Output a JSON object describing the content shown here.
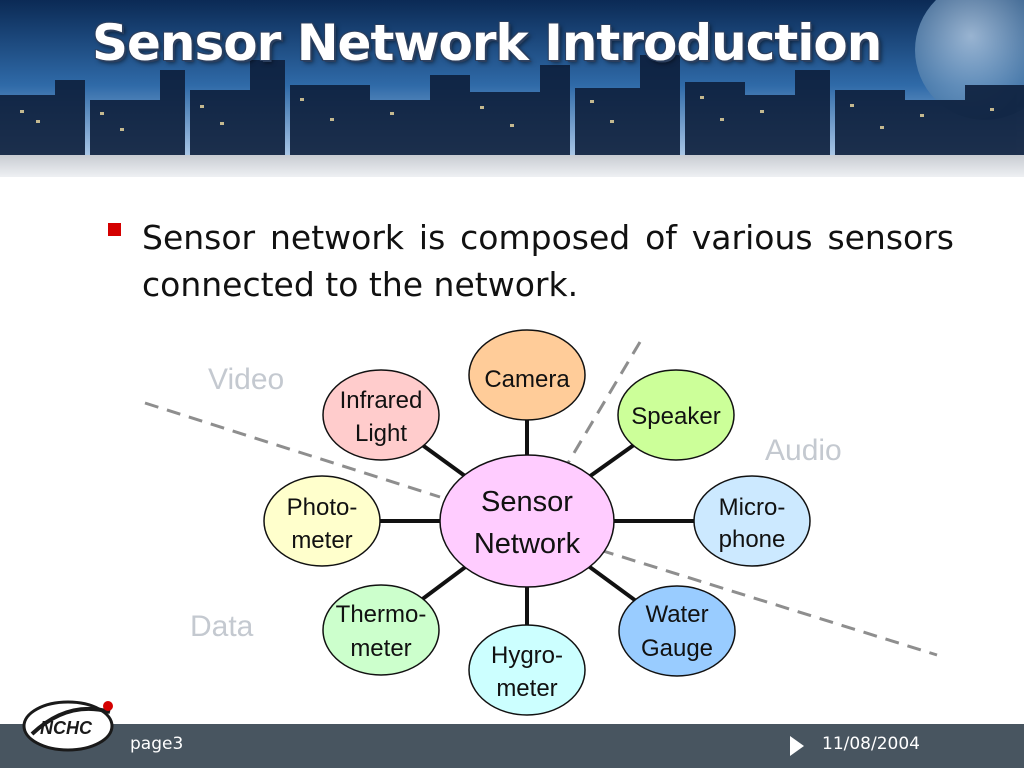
{
  "slide": {
    "title": "Sensor Network Introduction",
    "bullet": "Sensor network is composed of various sensors connected to the network."
  },
  "diagram": {
    "center": {
      "line1": "Sensor",
      "line2": "Network",
      "color": "#ffccff"
    },
    "nodes": [
      {
        "id": "camera",
        "line1": "Camera",
        "line2": "",
        "color": "#ffcc99"
      },
      {
        "id": "speaker",
        "line1": "Speaker",
        "line2": "",
        "color": "#ccff99"
      },
      {
        "id": "microphone",
        "line1": "Micro-",
        "line2": "phone",
        "color": "#cce9ff"
      },
      {
        "id": "water-gauge",
        "line1": "Water",
        "line2": "Gauge",
        "color": "#99ccff"
      },
      {
        "id": "hygrometer",
        "line1": "Hygro-",
        "line2": "meter",
        "color": "#ccffff"
      },
      {
        "id": "thermometer",
        "line1": "Thermo-",
        "line2": "meter",
        "color": "#ccffcc"
      },
      {
        "id": "photometer",
        "line1": "Photo-",
        "line2": "meter",
        "color": "#ffffcc"
      },
      {
        "id": "infrared",
        "line1": "Infrared",
        "line2": "Light",
        "color": "#ffcccc"
      }
    ],
    "categories": {
      "video": "Video",
      "audio": "Audio",
      "data": "Data"
    }
  },
  "footer": {
    "page": "page3",
    "date": "11/08/2004"
  },
  "logo": {
    "text": "NCHC"
  }
}
